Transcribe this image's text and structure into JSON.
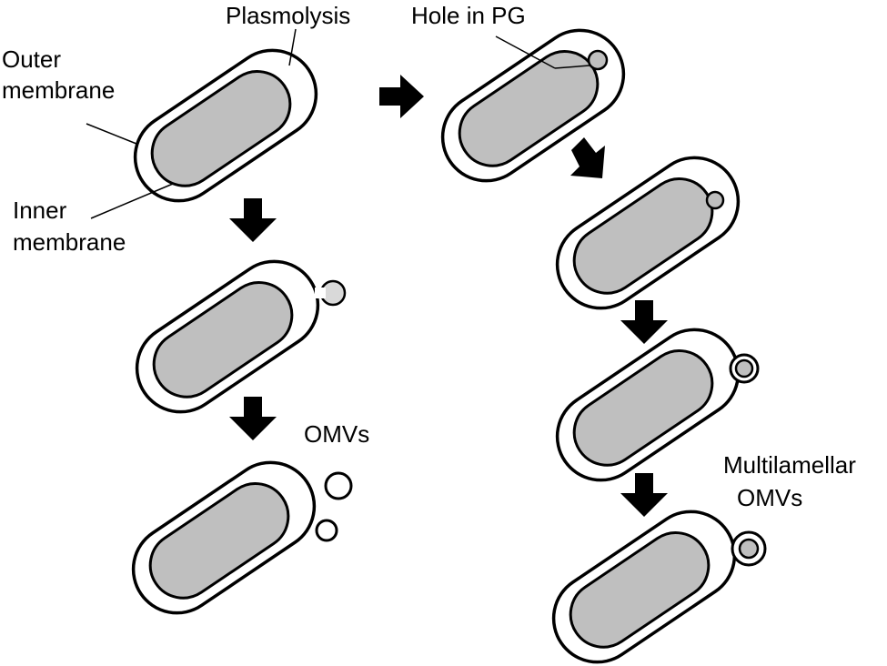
{
  "labels": {
    "plasmolysis": "Plasmolysis",
    "outer_membrane_1": "Outer",
    "outer_membrane_2": "membrane",
    "inner_membrane_1": "Inner",
    "inner_membrane_2": "membrane",
    "hole_in_pg": "Hole in PG",
    "omvs": "OMVs",
    "multilamellar_1": "Multilamellar",
    "multilamellar_2": "OMVs"
  },
  "colors": {
    "cytoplasm": "#bfbfbf",
    "outline": "#000000",
    "background": "#ffffff"
  },
  "pathways": [
    {
      "name": "left",
      "stages": 3,
      "product": "OMVs"
    },
    {
      "name": "right",
      "stages": 4,
      "product": "Multilamellar OMVs"
    }
  ]
}
